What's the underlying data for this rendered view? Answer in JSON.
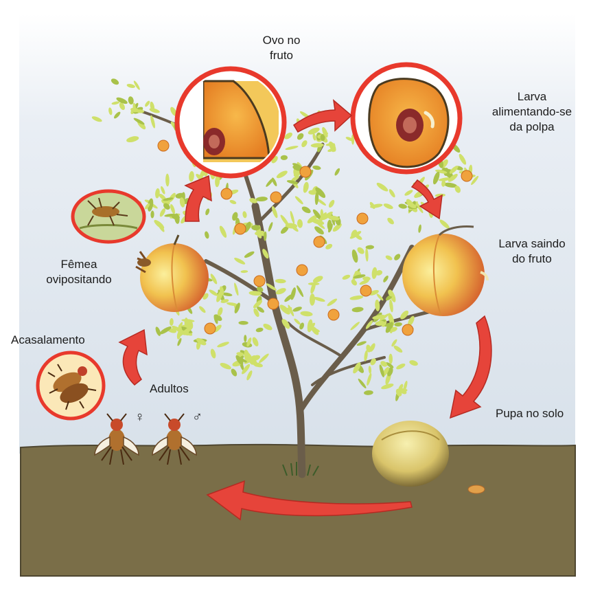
{
  "labels": {
    "egg": "Ovo no\nfruto",
    "larva_feeding": "Larva\nalimentando-se\nda polpa",
    "larva_exiting": "Larva saindo\ndo fruto",
    "pupa": "Pupa no solo",
    "adults": "Adultos",
    "mating": "Acasalamento",
    "female_ovipositing": "Fêmea\novipositando"
  },
  "symbols": {
    "female": "♀",
    "male": "♂"
  },
  "colors": {
    "sky": "#dfe7ef",
    "soil": "#756a45",
    "soil_line": "#4f4630",
    "leaf": "#cfe06a",
    "branch": "#6a5d4a",
    "arrow": "#e6443a",
    "ring": "#e8392c",
    "fruit_yellow": "#f2e27a",
    "fruit_orange": "#f0a23d",
    "fruit_red": "#d85b2c"
  },
  "icons": [
    "fruit-fly-female-icon",
    "fruit-fly-male-icon",
    "mating-flies-icon",
    "ovipositing-fly-icon"
  ]
}
